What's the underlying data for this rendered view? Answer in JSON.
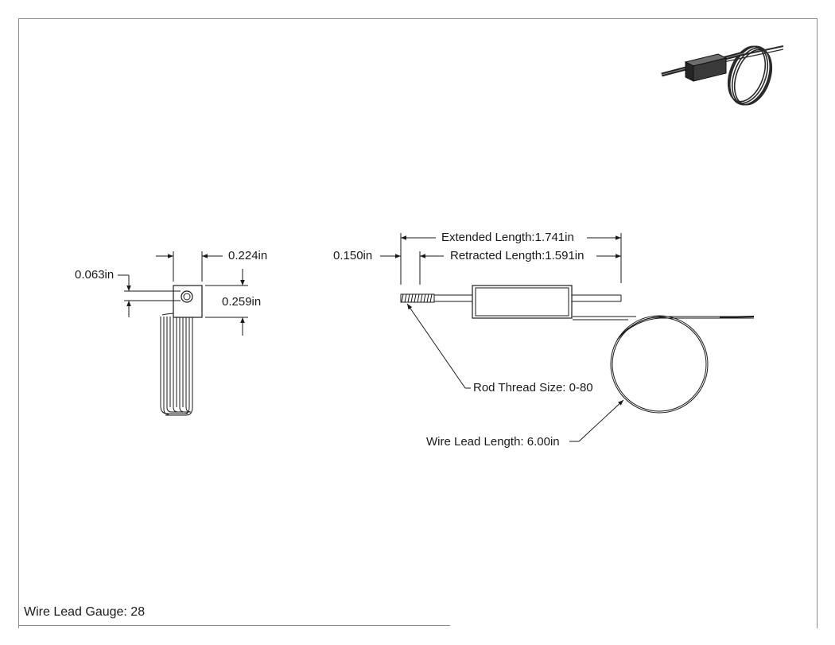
{
  "drawing": {
    "side_view": {
      "dimensions": {
        "width": "0.224in",
        "rod_offset": "0.063in",
        "height": "0.259in"
      }
    },
    "front_view": {
      "dimensions": {
        "rod_stub": "0.150in",
        "extended_length": "Extended Length:1.741in",
        "retracted_length": "Retracted Length:1.591in"
      },
      "callouts": {
        "rod_thread": "Rod Thread Size: 0-80",
        "wire_lead_length": "Wire Lead Length: 6.00in"
      }
    },
    "notes": {
      "wire_gauge": "Wire Lead Gauge: 28"
    },
    "colors": {
      "line": "#1a1a1a",
      "frame": "#8a8a8a",
      "paper": "#ffffff"
    }
  }
}
